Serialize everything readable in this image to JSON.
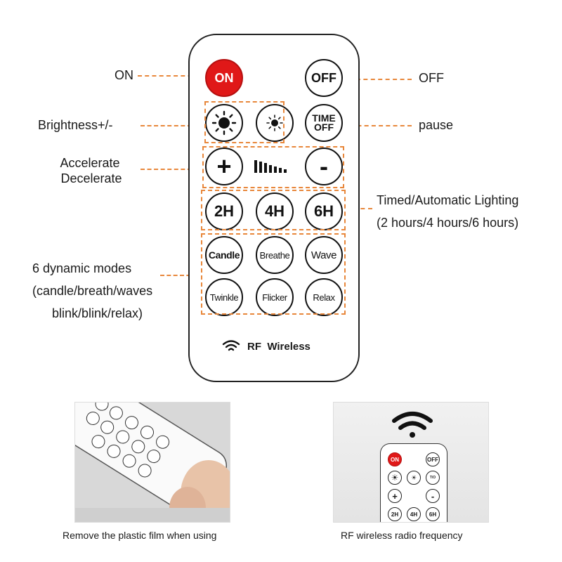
{
  "labels": {
    "on": "ON",
    "off": "OFF",
    "brightness": "Brightness+/-",
    "pause": "pause",
    "accelerate": "Accelerate",
    "decelerate": "Decelerate",
    "timed_line1": "Timed/Automatic Lighting",
    "timed_line2": "(2 hours/4 hours/6 hours)",
    "modes_line1": "6 dynamic modes",
    "modes_line2": "(candle/breath/waves",
    "modes_line3": "blink/blink/relax)"
  },
  "remote": {
    "on_btn": "ON",
    "off_btn": "OFF",
    "time_line1": "TIME",
    "time_line2": "OFF",
    "plus": "+",
    "minus": "-",
    "hours": [
      "2H",
      "4H",
      "6H"
    ],
    "modes": [
      "Candle",
      "Breathe",
      "Wave",
      "Twinkle",
      "Flicker",
      "Relax"
    ],
    "rf_text": "RF  Wireless"
  },
  "captions": {
    "photo1": "Remove the plastic film when using",
    "photo2": "RF wireless radio frequency"
  },
  "mini_remote": {
    "on": "ON",
    "off": "OFF",
    "plus": "+",
    "minus": "-",
    "hours": [
      "2H",
      "4H",
      "6H"
    ]
  },
  "colors": {
    "accent": "#e8873b",
    "on_button": "#e01818"
  }
}
